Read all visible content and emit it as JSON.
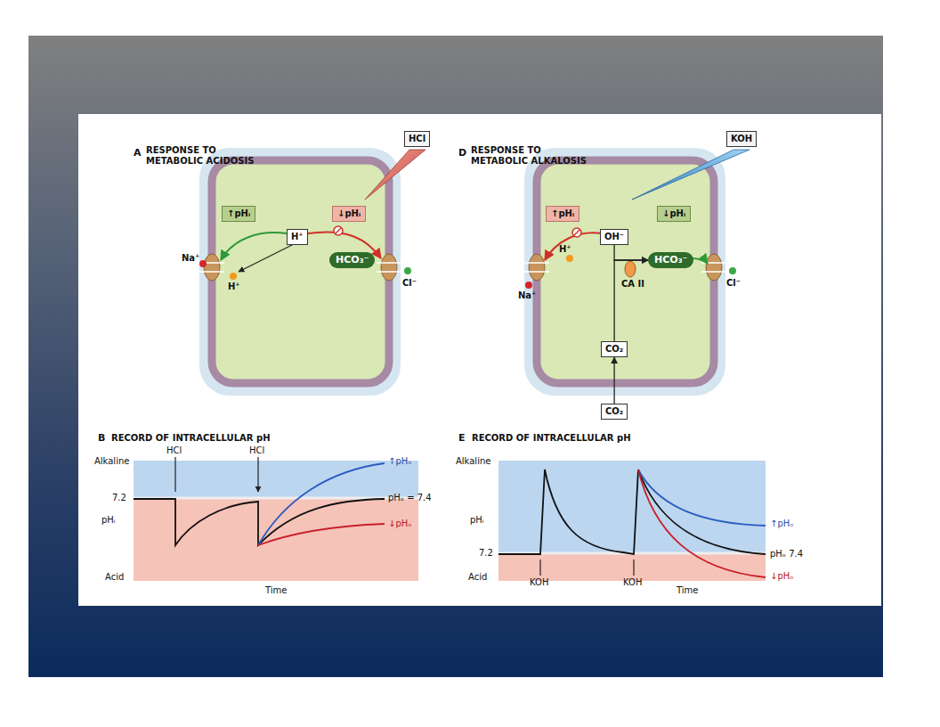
{
  "diagram": {
    "nodes": [
      {
        "text": [
          "HCl"
        ]
      },
      {
        "text": [
          "↑pHᵢ"
        ]
      },
      {
        "text": [
          "↓pHᵢ"
        ]
      },
      {
        "text": [
          "H⁺"
        ]
      },
      {
        "text": [
          "HCO₃⁻"
        ]
      },
      {
        "text": [
          "KOH"
        ]
      },
      {
        "text": [
          "↑pHᵢ"
        ]
      },
      {
        "text": [
          "↓pHᵢ"
        ]
      },
      {
        "text": [
          "OH⁻"
        ]
      },
      {
        "text": [
          "HCO₃⁻"
        ]
      },
      {
        "text": [
          "CO₂"
        ]
      },
      {
        "text": [
          "CO₂"
        ]
      }
    ],
    "edges": [
      {
        "from": 11,
        "to": 10,
        "arrow": "to"
      },
      {
        "from": 10,
        "to": 9,
        "arrow": "to"
      },
      {
        "from": 8,
        "to": 9,
        "arrow": "to"
      }
    ],
    "labels": [
      "A",
      "RESPONSE TO METABOLIC ACIDOSIS",
      "Na⁺",
      "H⁺",
      "Cl⁻",
      "D",
      "RESPONSE TO METABOLIC ALKALOSIS",
      "H⁺",
      "Na⁺",
      "CA II",
      "Cl⁻",
      "B",
      "RECORD OF INTRACELLULAR pH",
      "Alkaline",
      "7.2",
      "pHᵢ",
      "Acid",
      "Time",
      "HCl",
      "HCl",
      "↑pHₒ",
      "pHₒ = 7.4",
      "↓pHₒ",
      "E",
      "RECORD OF INTRACELLULAR pH",
      "Alkaline",
      "pHᵢ",
      "7.2",
      "Acid",
      "KOH",
      "KOH",
      "Time",
      "↑pHₒ",
      "pHₒ 7.4",
      "↓pHₒ"
    ]
  }
}
